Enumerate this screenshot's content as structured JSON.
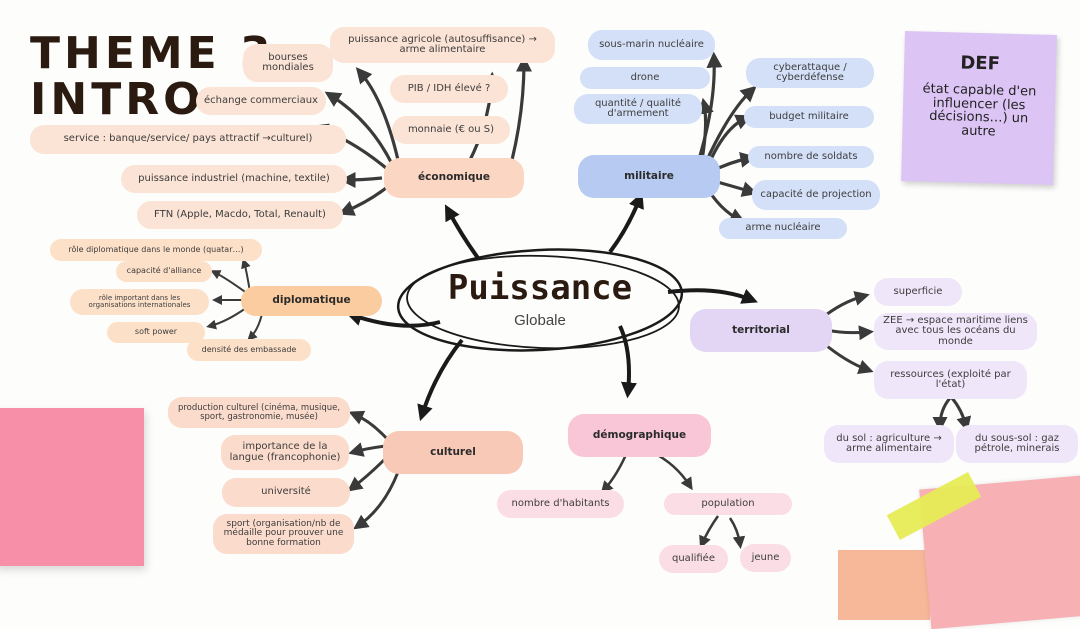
{
  "title": {
    "line1": "THEME 3",
    "line2": "INTRO"
  },
  "center": {
    "main": "Puissance",
    "sub": "Globale"
  },
  "definition": {
    "title": "DEF",
    "text": "état capable d'en influencer (les décisions…) un autre"
  },
  "branches": {
    "economique": {
      "label": "économique",
      "items": [
        "puissance agricole (autosuffisance) → arme alimentaire",
        "bourses mondiales",
        "PIB / IDH élevé ?",
        "échange commerciaux",
        "monnaie (€ ou S)",
        "service : banque/service/ pays attractif →culturel)",
        "puissance industriel (machine, textile)",
        "FTN (Apple, Macdo, Total, Renault)"
      ]
    },
    "militaire": {
      "label": "militaire",
      "items": [
        "sous-marin nucléaire",
        "drone",
        "quantité / qualité d'armement",
        "cyberattaque / cyberdéfense",
        "budget militaire",
        "nombre de soldats",
        "capacité de projection",
        "arme nucléaire"
      ]
    },
    "diplomatique": {
      "label": "diplomatique",
      "items": [
        "rôle diplomatique dans le monde (quatar…)",
        "capacité d'alliance",
        "rôle important dans les organisations internationales",
        "soft power",
        "densité des embassade"
      ]
    },
    "territorial": {
      "label": "territorial",
      "items": [
        "superficie",
        "ZEE → espace maritime liens avec tous les océans du monde",
        "ressources (exploité par l'état)",
        "du sol : agriculture → arme alimentaire",
        "du sous-sol : gaz pétrole, minerais"
      ]
    },
    "culturel": {
      "label": "culturel",
      "items": [
        "production culturel (cinéma, musique, sport, gastronomie, musée)",
        "importance de la langue (francophonie)",
        "université",
        "sport (organisation/nb de médaille pour prouver une bonne formation"
      ]
    },
    "demographique": {
      "label": "démographique",
      "items": [
        "nombre d'habitants",
        "population",
        "qualifiée",
        "jeune"
      ]
    }
  }
}
